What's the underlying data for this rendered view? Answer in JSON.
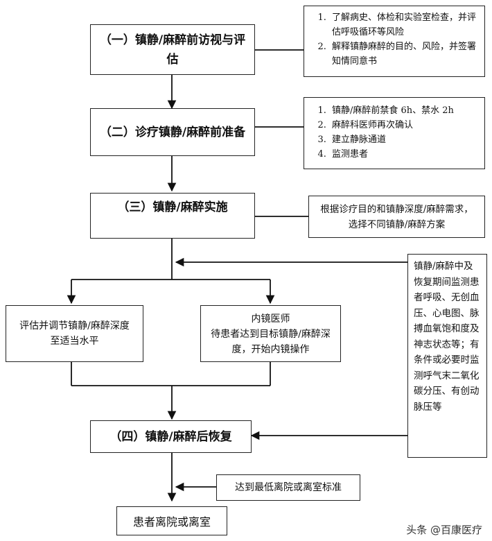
{
  "stages": [
    {
      "label": "（一）镇静/麻醉前访视与评估"
    },
    {
      "label": "（二）诊疗镇静/麻醉前准备"
    },
    {
      "label": "（三）镇静/麻醉实施"
    },
    {
      "label": "（四）镇静/麻醉后恢复"
    }
  ],
  "notes": {
    "assessment": [
      "了解病史、体检和实验室检查，并评估呼吸循环等风险",
      "解释镇静麻醉的目的、风险，并签署知情同意书"
    ],
    "preparation": [
      "镇静/麻醉前禁食 6h、禁水 2h",
      "麻醉科医师再次确认",
      "建立静脉通道",
      "监测患者"
    ],
    "implementation": "根据诊疗目的和镇静深度/麻醉需求，选择不同镇静/麻醉方案"
  },
  "branches": {
    "left": "评估并调节镇静/麻醉深度至适当水平",
    "right_title": "内镜医师",
    "right_body": "待患者达到目标镇静/麻醉深度，开始内镜操作"
  },
  "monitoring": "镇静/麻醉中及恢复期间监测患者呼吸、无创血压、心电图、脉搏血氧饱和度及神志状态等；有条件或必要时监测呼气末二氧化碳分压、有创动脉压等",
  "discharge_criteria": "达到最低离院或离室标准",
  "final": "患者离院或离室",
  "watermark": "头条 @百康医疗"
}
